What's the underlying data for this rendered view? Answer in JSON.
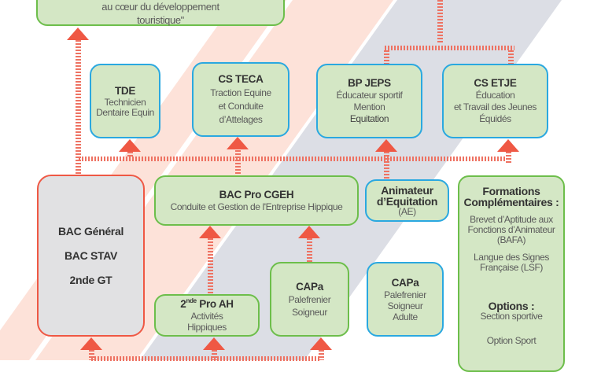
{
  "colors": {
    "green_fill": "#d4e7c5",
    "green_border": "#6dbe4b",
    "blue_border": "#2aa8e0",
    "arrow_red": "#ef5844",
    "dash_red": "#ee7262",
    "pink_background": "#fde2d9",
    "gray_stripe": "#dcdee5",
    "gray_fill": "#e1e1e3",
    "title_text": "#333333",
    "subtitle_text": "#5a5a5a"
  },
  "top_box": {
    "lines": [
      "au cœur du développement",
      "touristique\""
    ]
  },
  "boxes": {
    "tde": {
      "title": "TDE",
      "lines": [
        "Technicien",
        "Dentaire Equin"
      ]
    },
    "cs_teca": {
      "title": "CS TECA",
      "lines": [
        "Traction Equine",
        "et Conduite",
        "d’Attelages"
      ]
    },
    "bp_jeps": {
      "title": "BP JEPS",
      "lines": [
        "Éducateur sportif",
        "Mention",
        "Equitation"
      ]
    },
    "cs_etje": {
      "title": "CS ETJE",
      "lines": [
        "Éducation",
        "et Travail des Jeunes",
        "Équidés"
      ]
    },
    "bac_general": {
      "lines": [
        "BAC Général",
        "BAC STAV",
        "2nde GT"
      ]
    },
    "bac_pro": {
      "title": "BAC Pro CGEH",
      "subtitle": "Conduite et Gestion de l'Entreprise Hippique"
    },
    "animateur": {
      "title_lines": [
        "Animateur",
        "d’Equitation"
      ],
      "subtitle": "(AE)"
    },
    "seconde_pro": {
      "title_prefix": "2",
      "title_sup": "nde",
      "title_suffix": " Pro AH",
      "lines": [
        "Activités",
        "Hippiques"
      ]
    },
    "capa": {
      "title": "CAPa",
      "lines": [
        "Palefrenier",
        "Soigneur"
      ]
    },
    "capa_adulte": {
      "title": "CAPa",
      "lines": [
        "Palefrenier",
        "Soigneur",
        "Adulte"
      ]
    },
    "formations": {
      "title_lines": [
        "Formations",
        "Complémentaires :"
      ],
      "bafa_lines": [
        "Brevet d’Aptitude aux",
        "Fonctions d’Animateur",
        "(BAFA)"
      ],
      "lsf_lines": [
        "Langue des Signes",
        "Française (LSF)"
      ],
      "options_title": "Options :",
      "options": [
        "Section sportive",
        "Option Sport"
      ]
    }
  }
}
